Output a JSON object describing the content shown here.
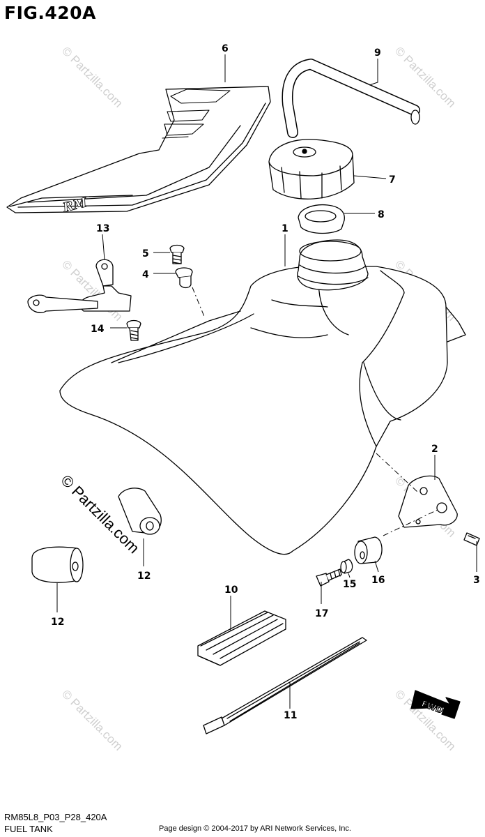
{
  "figure": {
    "title": "FIG.420A",
    "code": "RM85L8_P03_P28_420A",
    "name": "FUEL TANK",
    "copyright": "Page design © 2004-2017 by ARI Network Services, Inc."
  },
  "watermark": {
    "text": "© Partzilla.com",
    "big_text": "© Partzilla.com"
  },
  "emblem_text": "RM",
  "fwd_label": "FWD",
  "callouts": [
    {
      "id": "1",
      "part": "fuel-tank"
    },
    {
      "id": "2",
      "part": "bracket"
    },
    {
      "id": "3",
      "part": "screw"
    },
    {
      "id": "4",
      "part": "collar"
    },
    {
      "id": "5",
      "part": "bolt"
    },
    {
      "id": "6",
      "part": "emblem"
    },
    {
      "id": "7",
      "part": "fuel-cap"
    },
    {
      "id": "8",
      "part": "gasket"
    },
    {
      "id": "9",
      "part": "breather-hose"
    },
    {
      "id": "10",
      "part": "cushion"
    },
    {
      "id": "11",
      "part": "cable-tie"
    },
    {
      "id": "12",
      "part": "cushion"
    },
    {
      "id": "12",
      "part": "cushion"
    },
    {
      "id": "13",
      "part": "holder"
    },
    {
      "id": "14",
      "part": "bolt"
    },
    {
      "id": "15",
      "part": "collar"
    },
    {
      "id": "16",
      "part": "cushion"
    },
    {
      "id": "17",
      "part": "bolt"
    }
  ]
}
